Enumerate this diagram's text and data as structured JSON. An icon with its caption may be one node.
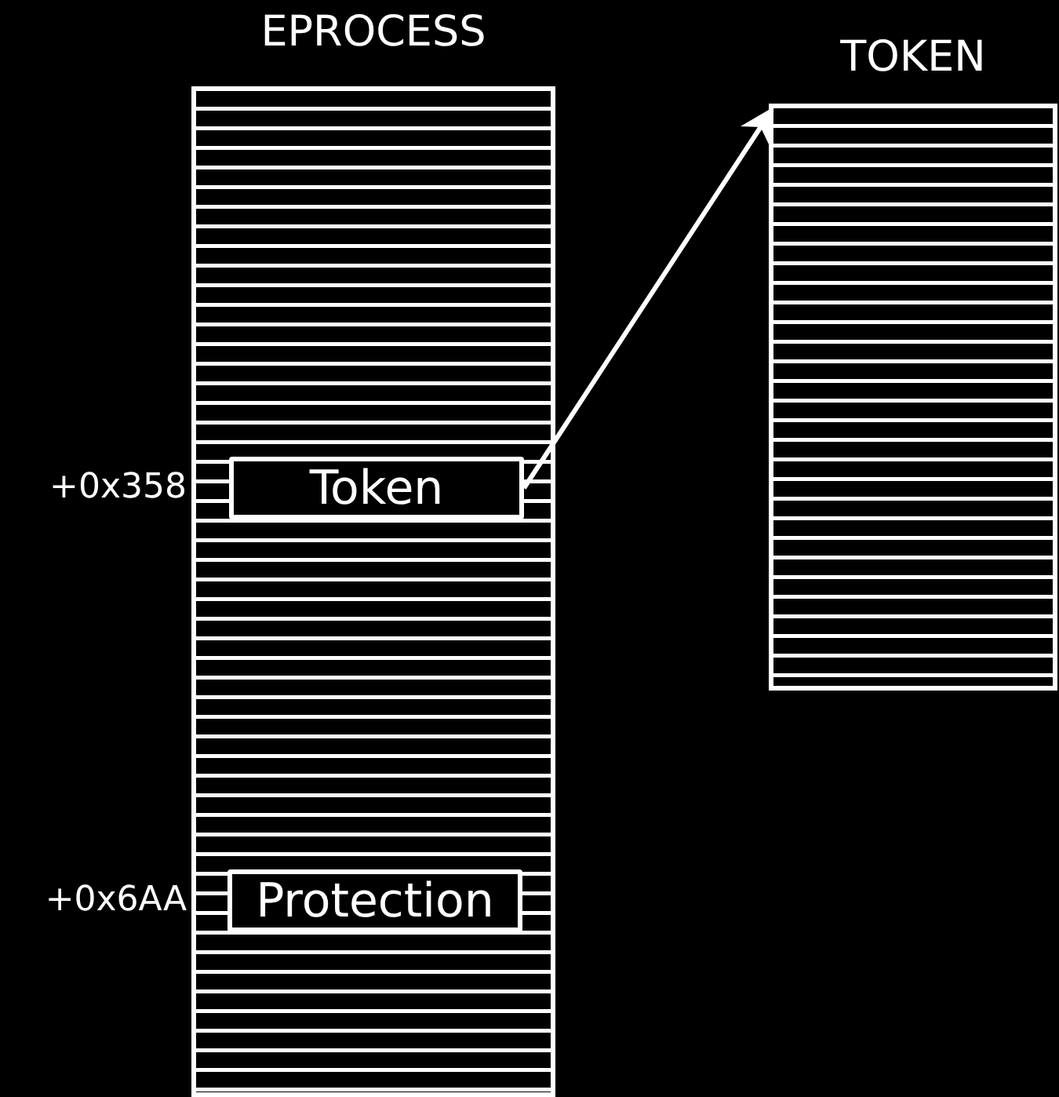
{
  "diagram": {
    "nodes": [
      {
        "text": [
          "EPROCESS"
        ]
      },
      {
        "text": [
          "Token"
        ],
        "in": 0,
        "beside": [
          "+0x358"
        ]
      },
      {
        "text": [
          "Protection"
        ],
        "in": 0,
        "beside": [
          "+0x6AA"
        ]
      },
      {
        "text": [
          "TOKEN"
        ]
      }
    ],
    "edges": [
      {
        "from": 1,
        "to": 3,
        "arrow": "to"
      }
    ]
  }
}
